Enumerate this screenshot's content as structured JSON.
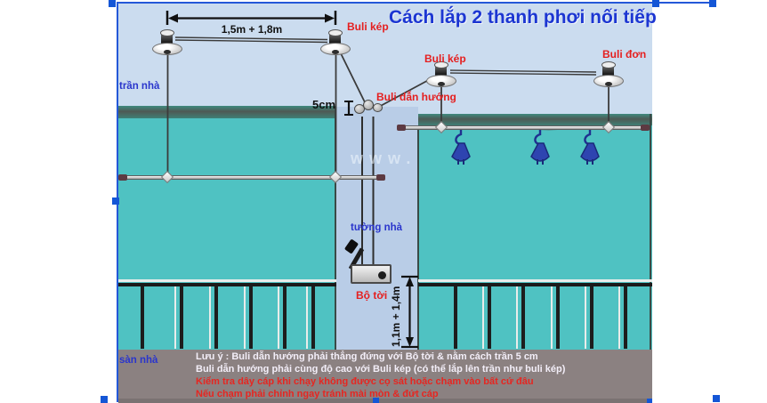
{
  "title": "Cách lắp 2 thanh phơi nối tiếp",
  "labels": {
    "buli_kep_1": "Buli kép",
    "buli_kep_2": "Buli kép",
    "buli_don": "Buli đơn",
    "buli_dan_huong": "Buli dẫn hướng",
    "bo_toi": "Bộ tời",
    "tran_nha": "trần nhà",
    "tuong_nha": "tường nhà",
    "san_nha": "sàn nhà",
    "watermark": "www."
  },
  "dimensions": {
    "top_span": "1,5m + 1,8m",
    "side_span": "1,1m + 1,4m",
    "ceiling_gap": "5cm"
  },
  "notes": {
    "line1": "Lưu ý : Buli dẫn hướng phải thẳng đứng với Bộ tời & nằm cách trần 5 cm",
    "line2": "Buli dẫn hướng phải cùng độ cao với Buli kép (có thể lắp lên trần như buli kép)",
    "line3": "Kiểm tra dây cáp khi chạy không được cọ sát hoặc chạm vào bất cứ đâu",
    "line4": "Nếu chạm phải chỉnh ngay tránh mài mòn & đứt cáp"
  },
  "colors": {
    "sky": "#cbdcef",
    "wall_teal": "#4fc2c2",
    "ceiling_band": "#4e5a54",
    "floor_gray": "#8b8181",
    "title_blue": "#1c36d2",
    "label_red": "#e51f1f",
    "label_blue": "#2a35cc",
    "selection_blue": "#1456d6"
  }
}
